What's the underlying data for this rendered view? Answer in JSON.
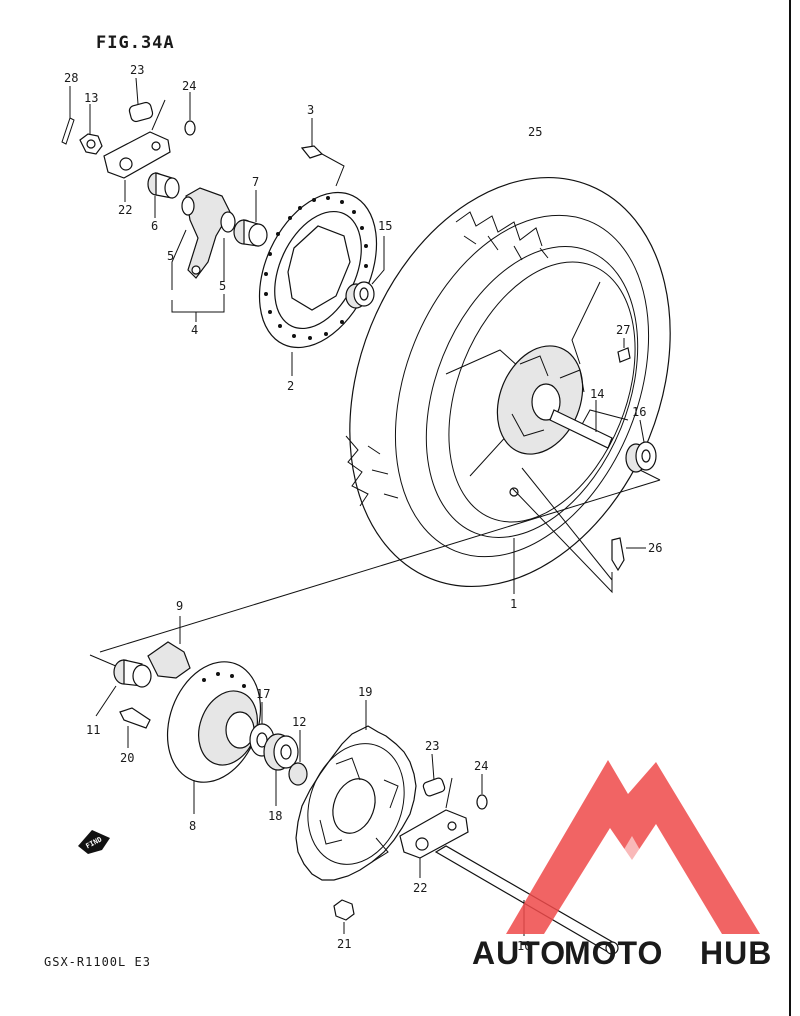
{
  "diagram": {
    "title": "FIG.34A",
    "model": "GSX-R1100L E3",
    "find_badge": "FIND",
    "callouts": [
      "28",
      "13",
      "23",
      "24",
      "22",
      "6",
      "3",
      "7",
      "5",
      "5",
      "4",
      "15",
      "2",
      "25",
      "27",
      "14",
      "16",
      "26",
      "1",
      "9",
      "11",
      "20",
      "17",
      "12",
      "19",
      "23",
      "24",
      "8",
      "18",
      "22",
      "21",
      "10"
    ]
  },
  "watermark": {
    "text_part1": "AUTO",
    "text_part2": "MOTO",
    "text_part3": "HUB",
    "colors": {
      "logo": "#ef4a4a",
      "orange": "#f6a623",
      "gray": "#555555"
    }
  }
}
